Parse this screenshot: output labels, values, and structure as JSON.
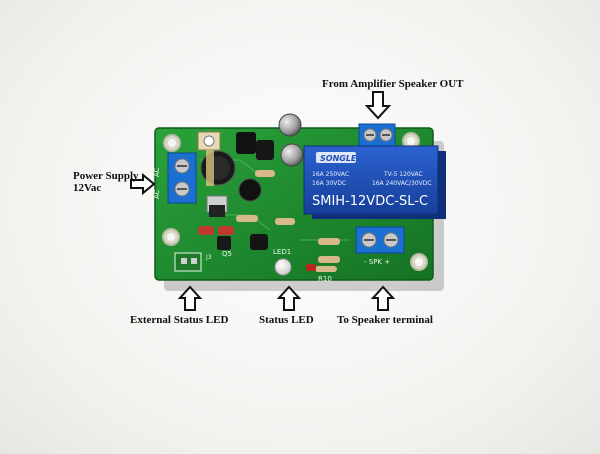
{
  "annotations": {
    "amp_out": "From Amplifier Speaker OUT",
    "power_line1": "Power Supply",
    "power_line2": "12Vac",
    "ext_led": "External Status LED",
    "status_led": "Status LED",
    "speaker_terminal": "To Speaker terminal"
  },
  "board": {
    "silk_ac1": "AC",
    "silk_ac2": "AC",
    "silk_spk": "- SPK +",
    "silk_led": "LED1",
    "silk_q5": "Q5",
    "silk_r10": "R10",
    "silk_j3": "J3"
  },
  "relay": {
    "brand": "SONGLE",
    "line1_left": "16A 250VAC",
    "line2_left": "16A 30VDC",
    "line1_right": "TV-5 120VAC",
    "line2_right": "16A 240VAC/30VDC",
    "model": "SMIH-12VDC-SL-C"
  },
  "colors": {
    "pcb": "#1e8a2c",
    "relay": "#1f4fb8",
    "terminal": "#1b6fd0"
  }
}
